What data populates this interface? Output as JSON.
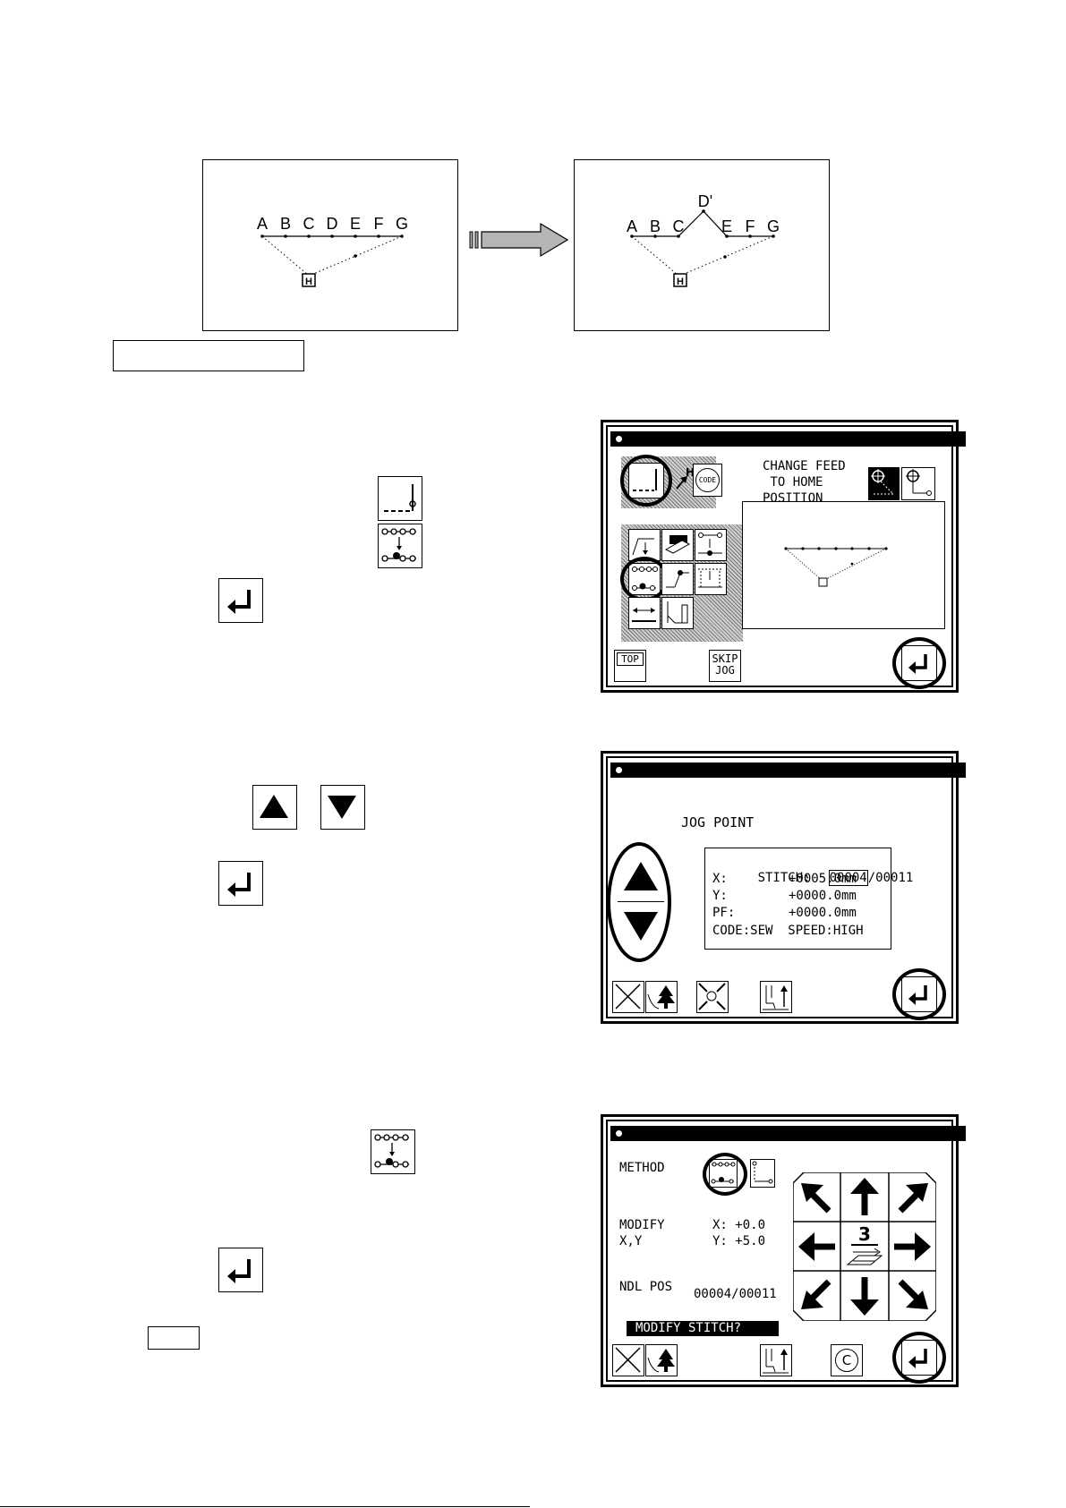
{
  "diagram_before": {
    "letters": [
      "A",
      "B",
      "C",
      "D",
      "E",
      "F",
      "G"
    ],
    "home_label": "H"
  },
  "diagram_after": {
    "letters": [
      "A",
      "B",
      "C",
      "D'",
      "E",
      "F",
      "G"
    ],
    "home_label": "H"
  },
  "screen1": {
    "title": "MODIFY MODE",
    "feed_text": "CHANGE FEED\n TO HOME\nPOSITION",
    "code_label": "CODE",
    "home_tag": "H",
    "top_label": "TOP",
    "skip_label": "SKIP\nJOG"
  },
  "screen2": {
    "title": "MODIFY/MODIFY STITCH  POINT SET",
    "jog_label": "JOG POINT",
    "stitch_label": "STITCH:",
    "stitch_current": "00004",
    "stitch_total": "/00011",
    "x_label": "X:",
    "x_value": "+0005.0mm",
    "y_label": "Y:",
    "y_value": "+0000.0mm",
    "pf_label": "PF:",
    "pf_value": "+0000.0mm",
    "code_line": "CODE:SEW  SPEED:HIGH"
  },
  "screen3": {
    "title": "MODIFY/MODIFY STITCH  OK",
    "method_label": "METHOD",
    "modify_label": "MODIFY\nX,Y",
    "mod_values": "X: +0.0\nY: +5.0",
    "ndl_label": "NDL POS",
    "ndl_value": "00004/00011",
    "prompt": "MODIFY STITCH?",
    "step_value": "3",
    "clear_symbol": "C"
  }
}
